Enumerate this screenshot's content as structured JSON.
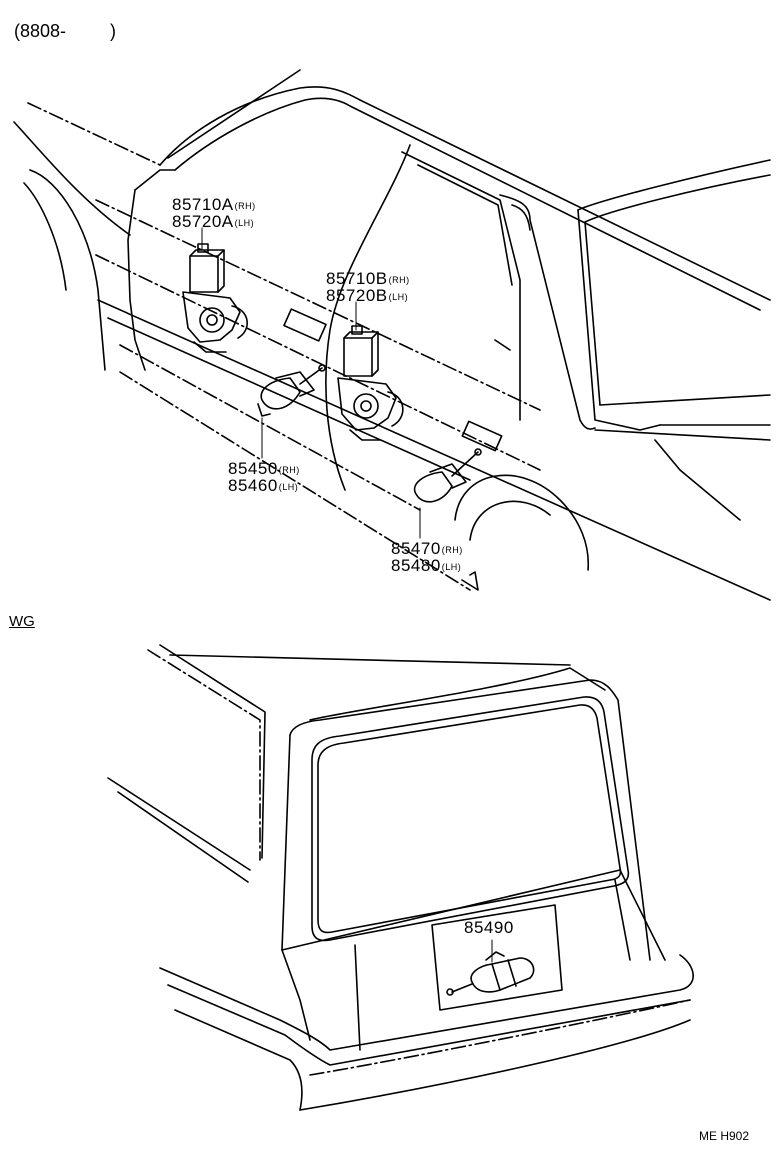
{
  "header": {
    "date_range": "(8808-",
    "date_close": ")"
  },
  "sections": {
    "wagon_label": "WG"
  },
  "parts": [
    {
      "number": "85710A",
      "side": "(RH)"
    },
    {
      "number": "85720A",
      "side": "(LH)"
    },
    {
      "number": "85710B",
      "side": "(RH)"
    },
    {
      "number": "85720B",
      "side": "(LH)"
    },
    {
      "number": "85450",
      "side": "(RH)"
    },
    {
      "number": "85460",
      "side": "(LH)"
    },
    {
      "number": "85470",
      "side": "(RH)"
    },
    {
      "number": "85480",
      "side": "(LH)"
    },
    {
      "number": "85490",
      "side": ""
    }
  ],
  "footer": {
    "drawing_code": "ME H902"
  }
}
